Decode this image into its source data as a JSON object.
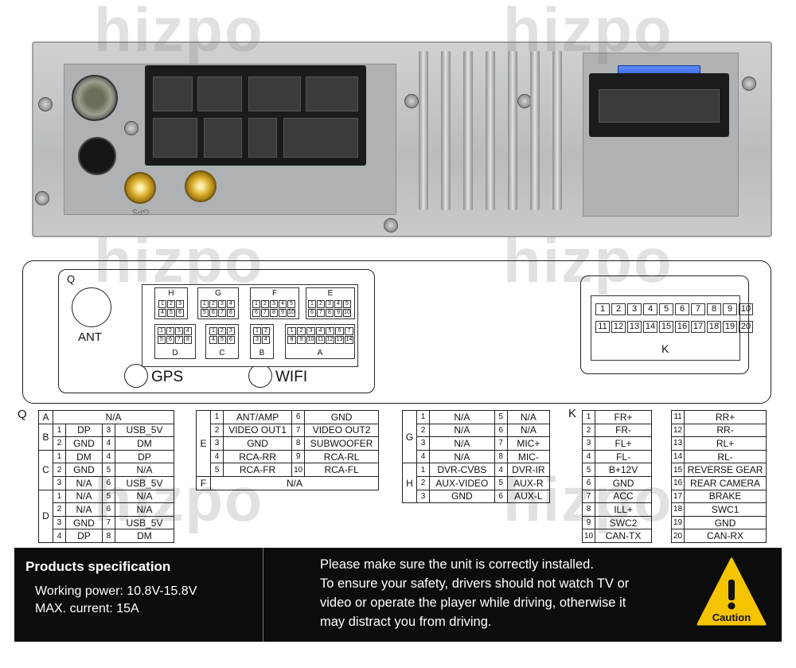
{
  "watermark": "hizpo",
  "photo": {
    "gps_label": "GPS"
  },
  "diagram": {
    "q_label": "Q",
    "ant_label": "ANT",
    "gps_label": "GPS",
    "wifi_label": "WIFI",
    "k_label": "K",
    "groups": [
      {
        "name": "H",
        "rows": [
          [
            "1",
            "2",
            "3"
          ],
          [
            "4",
            "5",
            "6"
          ]
        ]
      },
      {
        "name": "G",
        "rows": [
          [
            "1",
            "2",
            "3",
            "4"
          ],
          [
            "5",
            "6",
            "7",
            "8"
          ]
        ]
      },
      {
        "name": "F",
        "rows": [
          [
            "1",
            "2",
            "3",
            "4",
            "5"
          ],
          [
            "6",
            "7",
            "8",
            "9",
            "10"
          ]
        ]
      },
      {
        "name": "E",
        "rows": [
          [
            "1",
            "2",
            "3",
            "4",
            "5"
          ],
          [
            "6",
            "7",
            "8",
            "9",
            "10"
          ]
        ]
      },
      {
        "name": "D",
        "rows": [
          [
            "1",
            "2",
            "3",
            "4"
          ],
          [
            "5",
            "6",
            "7",
            "8"
          ]
        ]
      },
      {
        "name": "C",
        "rows": [
          [
            "1",
            "2",
            "3"
          ],
          [
            "4",
            "5",
            "6"
          ]
        ]
      },
      {
        "name": "B",
        "rows": [
          [
            "1",
            "2"
          ],
          [
            "3",
            "4"
          ]
        ]
      },
      {
        "name": "A",
        "rows": [
          [
            "1",
            "2",
            "3",
            "4",
            "5",
            "6",
            "7"
          ],
          [
            "8",
            "9",
            "10",
            "11",
            "12",
            "13",
            "14"
          ]
        ]
      }
    ],
    "k_pins_top": [
      "1",
      "2",
      "3",
      "4",
      "5",
      "6",
      "7",
      "8",
      "9",
      "10"
    ],
    "k_pins_bottom": [
      "11",
      "12",
      "13",
      "14",
      "15",
      "16",
      "17",
      "18",
      "19",
      "20"
    ]
  },
  "table_q": {
    "letter": "Q",
    "a": {
      "g": "A",
      "v": "N/A"
    },
    "b": {
      "g": "B",
      "rows": [
        [
          "1",
          "DP",
          "3",
          "USB_5V"
        ],
        [
          "2",
          "GND",
          "4",
          "DM"
        ]
      ]
    },
    "c": {
      "g": "C",
      "rows": [
        [
          "1",
          "DM",
          "4",
          "DP"
        ],
        [
          "2",
          "GND",
          "5",
          "N/A"
        ],
        [
          "3",
          "N/A",
          "6",
          "USB_5V"
        ]
      ]
    },
    "d": {
      "g": "D",
      "rows": [
        [
          "1",
          "N/A",
          "5",
          "N/A"
        ],
        [
          "2",
          "N/A",
          "6",
          "N/A"
        ],
        [
          "3",
          "GND",
          "7",
          "USB_5V"
        ],
        [
          "4",
          "DP",
          "8",
          "DM"
        ]
      ]
    }
  },
  "table_ef": {
    "e": {
      "g": "E",
      "rows": [
        [
          "1",
          "ANT/AMP",
          "6",
          "GND"
        ],
        [
          "2",
          "VIDEO OUT1",
          "7",
          "VIDEO OUT2"
        ],
        [
          "3",
          "GND",
          "8",
          "SUBWOOFER"
        ],
        [
          "4",
          "RCA-RR",
          "9",
          "RCA-RL"
        ],
        [
          "5",
          "RCA-FR",
          "10",
          "RCA-FL"
        ]
      ]
    },
    "f": {
      "g": "F",
      "v": "N/A"
    }
  },
  "table_gh": {
    "g": {
      "g": "G",
      "rows": [
        [
          "1",
          "N/A",
          "5",
          "N/A"
        ],
        [
          "2",
          "N/A",
          "6",
          "N/A"
        ],
        [
          "3",
          "N/A",
          "7",
          "MIC+"
        ],
        [
          "4",
          "N/A",
          "8",
          "MIC-"
        ]
      ]
    },
    "h": {
      "g": "H",
      "rows": [
        [
          "1",
          "DVR-CVBS",
          "4",
          "DVR-IR"
        ],
        [
          "2",
          "AUX-VIDEO",
          "5",
          "AUX-R"
        ],
        [
          "3",
          "GND",
          "6",
          "AUX-L"
        ]
      ]
    }
  },
  "table_k": {
    "letter": "K",
    "left": [
      [
        "1",
        "FR+"
      ],
      [
        "2",
        "FR-"
      ],
      [
        "3",
        "FL+"
      ],
      [
        "4",
        "FL-"
      ],
      [
        "5",
        "B+12V"
      ],
      [
        "6",
        "GND"
      ],
      [
        "7",
        "ACC"
      ],
      [
        "8",
        "ILL+"
      ],
      [
        "9",
        "SWC2"
      ],
      [
        "10",
        "CAN-TX"
      ]
    ],
    "right": [
      [
        "11",
        "RR+"
      ],
      [
        "12",
        "RR-"
      ],
      [
        "13",
        "RL+"
      ],
      [
        "14",
        "RL-"
      ],
      [
        "15",
        "REVERSE GEAR"
      ],
      [
        "16",
        "REAR CAMERA"
      ],
      [
        "17",
        "BRAKE"
      ],
      [
        "18",
        "SWC1"
      ],
      [
        "19",
        "GND"
      ],
      [
        "20",
        "CAN-RX"
      ]
    ]
  },
  "spec": {
    "title": "Products specification",
    "power": "Working power: 10.8V-15.8V",
    "current": "MAX. current: 15A",
    "warning": [
      "Please make sure the unit is correctly installed.",
      "To ensure your safety, drivers should not watch TV or",
      "video or operate the player while driving, otherwise it",
      "may distract you from driving."
    ],
    "caution": "Caution"
  },
  "colors": {
    "caution_yellow": "#f5c400",
    "fuse_blue": "#2f5ee8",
    "spec_bg": "#0c0c0c"
  }
}
